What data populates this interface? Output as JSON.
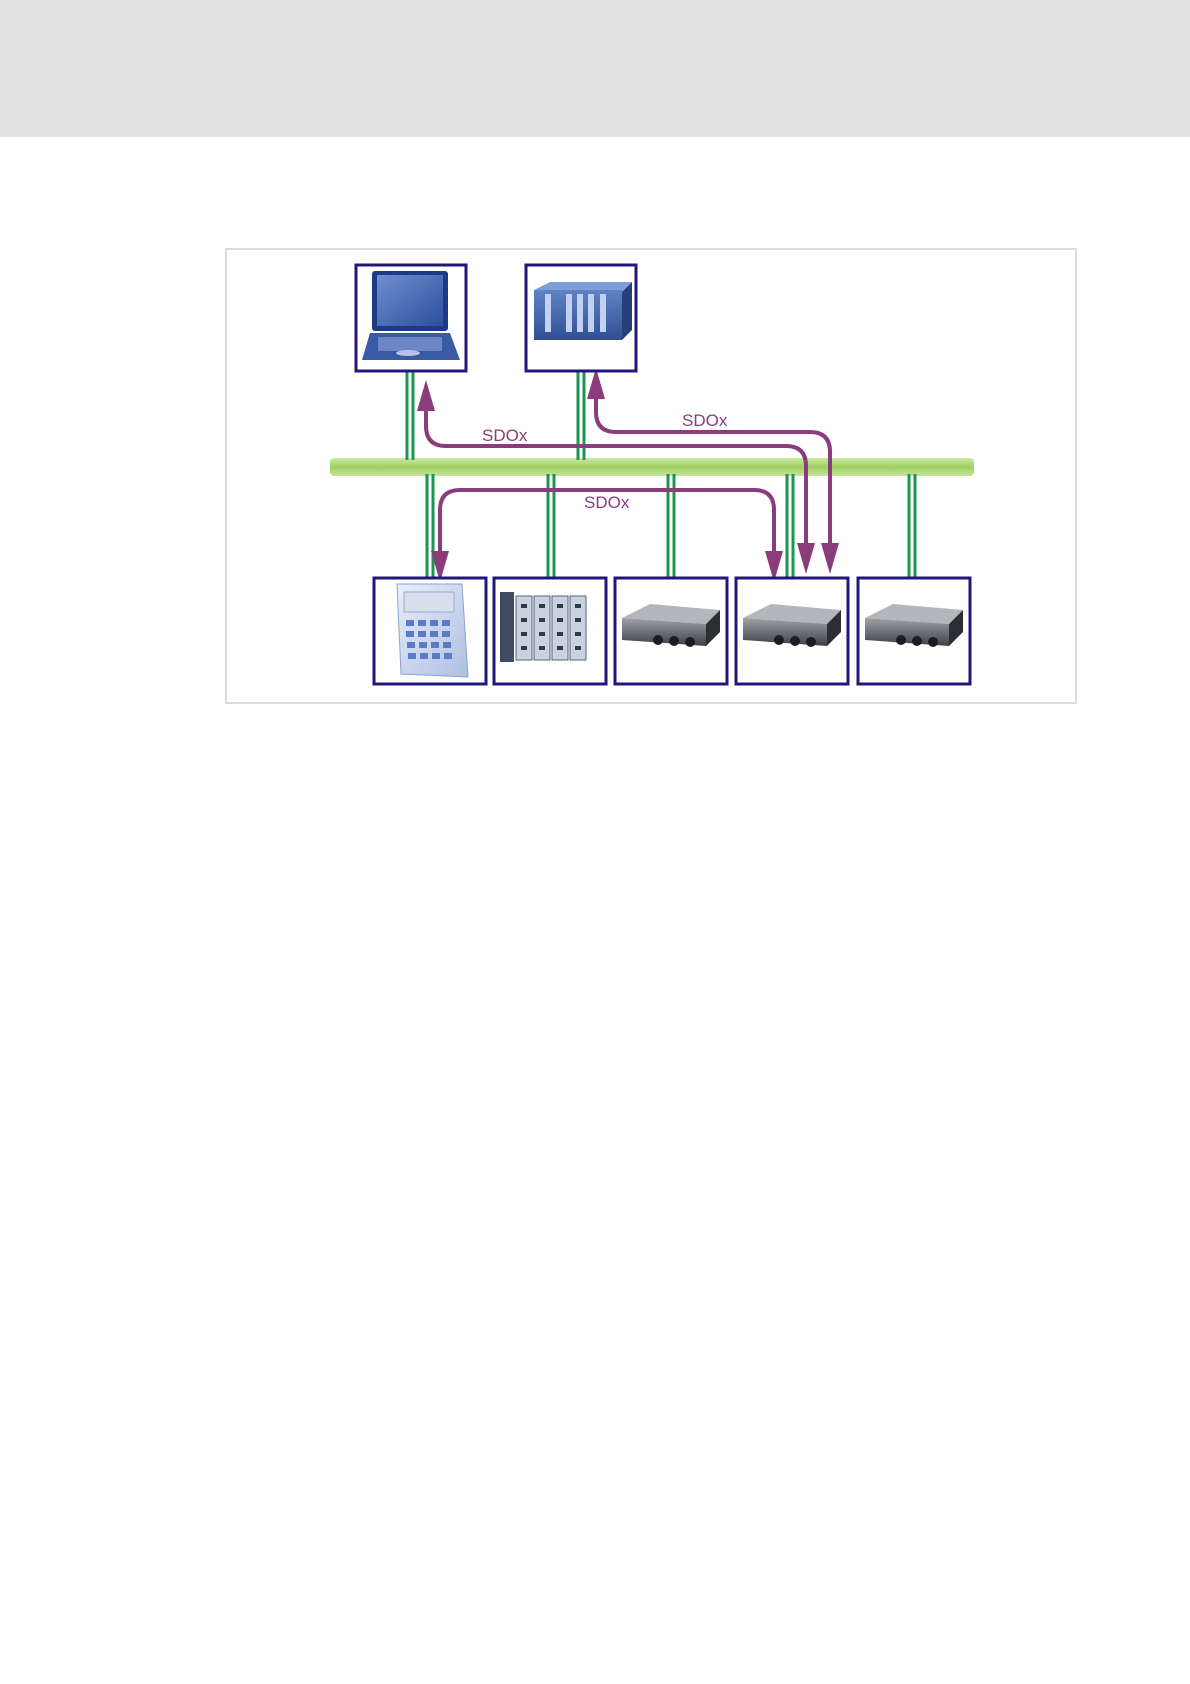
{
  "diagram": {
    "labels": [
      "SDOx",
      "SDOx",
      "SDOx"
    ],
    "colors": {
      "frame_border": "#21177a",
      "bus": "#a5d56e",
      "stub": "#1a9650",
      "arrow": "#8b3c7b",
      "header_band": "#e1e1e1"
    },
    "devices_top": [
      {
        "name": "laptop-icon"
      },
      {
        "name": "plc-rack-icon"
      }
    ],
    "devices_bottom": [
      {
        "name": "operator-panel-icon"
      },
      {
        "name": "io-module-icon"
      },
      {
        "name": "drive-controller-icon"
      },
      {
        "name": "drive-controller-icon"
      },
      {
        "name": "drive-controller-icon"
      }
    ]
  }
}
